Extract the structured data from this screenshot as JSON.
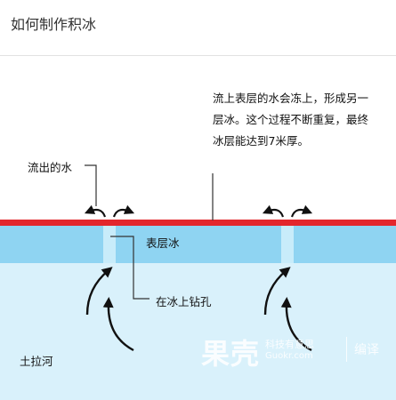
{
  "header": {
    "title": "如何制作积冰"
  },
  "diagram": {
    "caption": "流上表层的水会冻上，形成另一层冰。这个过程不断重复，最终冰层能达到7米厚。",
    "labels": {
      "flowing_water": "流出的水",
      "surface_ice": "表层冰",
      "drill_hole": "在冰上钻孔",
      "river": "土拉河"
    },
    "colors": {
      "water_layer": "#d9f1fb",
      "ice_layer": "#8fd4f2",
      "surface_water": "#e3262c",
      "hole": "#c8ecfa"
    }
  },
  "watermark": {
    "logo": "果壳",
    "slogan": "科技有意思",
    "domain": "Guokr.com",
    "translation": "编译"
  }
}
